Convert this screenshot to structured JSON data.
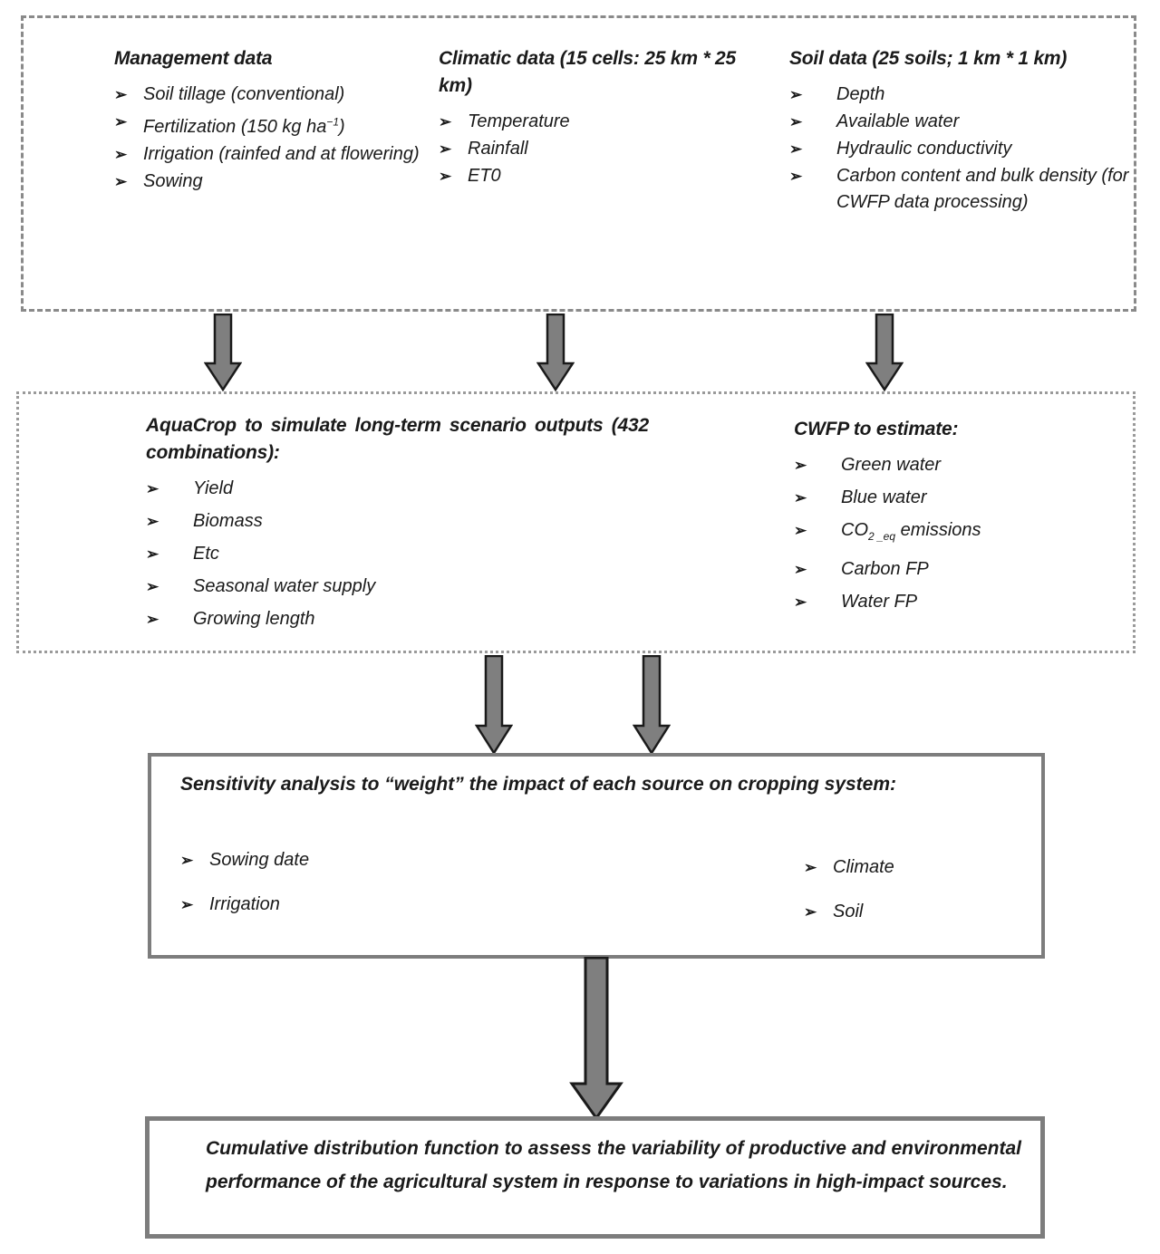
{
  "diagram": {
    "title": "Methodological flowchart: AquaCrop + CWFP simulation and sensitivity analysis workflow",
    "colors": {
      "arrow_fill": "#7f7f7f",
      "arrow_stroke": "#1a1a1a",
      "dashed_border": "#8a8a8a",
      "dotted_border": "#9a9a9a",
      "solid_border": "#7d7d7d",
      "text": "#1a1a1a"
    },
    "bullet_glyph": "➢"
  },
  "inputs_box": {
    "columns": [
      {
        "heading": "Management data",
        "items": [
          "Soil tillage (conventional)",
          "Fertilization (150 kg ha⁻¹)",
          "Irrigation (rainfed and at flowering)",
          "Sowing"
        ]
      },
      {
        "heading": "Climatic data (15 cells: 25 km * 25 km)",
        "items": [
          "Temperature",
          "Rainfall",
          "ET0"
        ]
      },
      {
        "heading": "Soil data (25 soils; 1 km * 1 km)",
        "items": [
          " Depth",
          "Available water",
          "Hydraulic conductivity",
          "Carbon content and bulk density (for CWFP data processing)"
        ]
      }
    ]
  },
  "models_box": {
    "aquacrop": {
      "heading": "AquaCrop to simulate long-term scenario outputs (432 combinations):",
      "items": [
        "Yield",
        "Biomass",
        "Etc",
        "Seasonal water supply",
        "Growing length"
      ]
    },
    "cwfp": {
      "heading": "CWFP to estimate:",
      "items": [
        "Green water",
        "Blue water",
        "CO2_eq emissions",
        "Carbon FP",
        "Water FP"
      ],
      "co2": {
        "prefix": "CO",
        "sub": "2 _eq",
        "suffix": " emissions"
      }
    }
  },
  "sensitivity_box": {
    "heading": "Sensitivity analysis to “weight” the impact of each source on cropping system:",
    "left_items": [
      "Sowing date",
      "Irrigation"
    ],
    "right_items": [
      "Climate",
      "Soil"
    ]
  },
  "conclusion_box": {
    "text": "Cumulative distribution function to assess the variability of productive and environmental performance of the agricultural system in response to variations in high-impact sources."
  },
  "arrows": {
    "row1": [
      {
        "name": "arrow-management-to-aquacrop"
      },
      {
        "name": "arrow-climatic-to-aquacrop"
      },
      {
        "name": "arrow-soil-to-cwfp"
      }
    ],
    "row2": [
      {
        "name": "arrow-aquacrop-to-sensitivity"
      },
      {
        "name": "arrow-cwfp-to-sensitivity"
      }
    ],
    "row3": [
      {
        "name": "arrow-sensitivity-to-conclusion"
      }
    ]
  }
}
